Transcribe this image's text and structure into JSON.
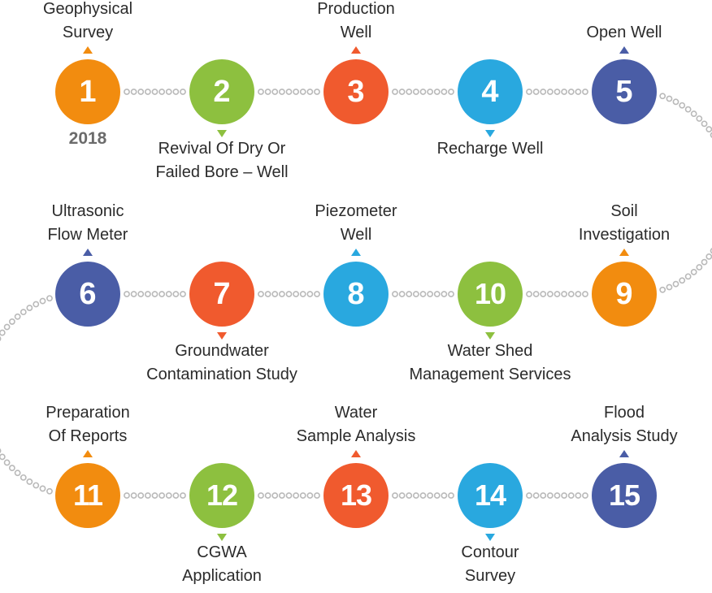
{
  "palette": {
    "orange": "#F28C0F",
    "green": "#8DC03F",
    "red": "#F05A2E",
    "blue": "#29A8DF",
    "navy": "#4A5DA6",
    "dots": "#B9B9B9"
  },
  "year": "2018",
  "steps": [
    {
      "num": "1",
      "color": "#F28C0F",
      "lines": [
        "Geophysical",
        "Survey"
      ]
    },
    {
      "num": "2",
      "color": "#8DC03F",
      "lines": [
        "Revival Of Dry Or",
        "Failed Bore – Well"
      ]
    },
    {
      "num": "3",
      "color": "#F05A2E",
      "lines": [
        "Production",
        "Well"
      ]
    },
    {
      "num": "4",
      "color": "#29A8DF",
      "lines": [
        "Recharge Well"
      ]
    },
    {
      "num": "5",
      "color": "#4A5DA6",
      "lines": [
        "Open Well"
      ]
    },
    {
      "num": "6",
      "color": "#4A5DA6",
      "lines": [
        "Ultrasonic",
        "Flow Meter"
      ]
    },
    {
      "num": "7",
      "color": "#F05A2E",
      "lines": [
        "Groundwater",
        "Contamination Study"
      ]
    },
    {
      "num": "8",
      "color": "#29A8DF",
      "lines": [
        "Piezometer",
        "Well"
      ]
    },
    {
      "num": "9",
      "color": "#F28C0F",
      "lines": [
        "Soil",
        "Investigation"
      ]
    },
    {
      "num": "10",
      "color": "#8DC03F",
      "lines": [
        "Water Shed",
        "Management Services"
      ]
    },
    {
      "num": "11",
      "color": "#F28C0F",
      "lines": [
        "Preparation",
        "Of Reports"
      ]
    },
    {
      "num": "12",
      "color": "#8DC03F",
      "lines": [
        "CGWA",
        "Application"
      ]
    },
    {
      "num": "13",
      "color": "#F05A2E",
      "lines": [
        "Water",
        "Sample Analysis"
      ]
    },
    {
      "num": "14",
      "color": "#29A8DF",
      "lines": [
        "Contour",
        "Survey"
      ]
    },
    {
      "num": "15",
      "color": "#4A5DA6",
      "lines": [
        "Flood",
        "Analysis Study"
      ]
    }
  ]
}
